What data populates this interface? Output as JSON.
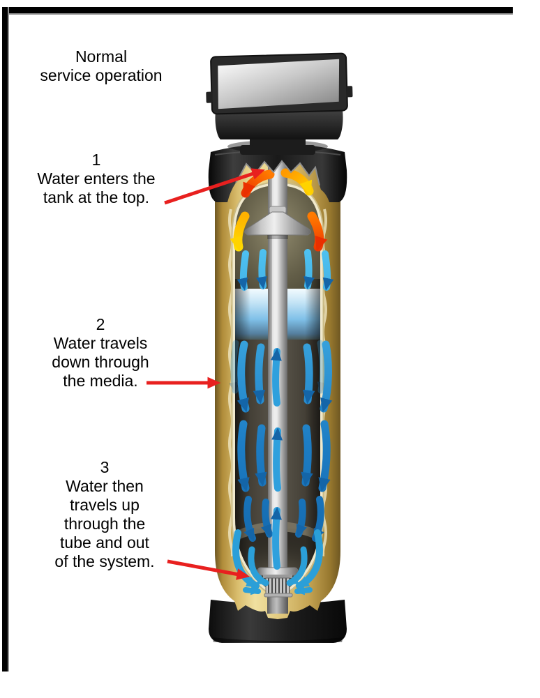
{
  "figure_title": {
    "lines": [
      "Normal",
      "service operation"
    ]
  },
  "steps": [
    {
      "number": "1",
      "lines": [
        "Water enters the",
        "tank at the top."
      ]
    },
    {
      "number": "2",
      "lines": [
        "Water travels",
        "down through",
        "the media."
      ]
    },
    {
      "number": "3",
      "lines": [
        "Water then",
        "travels up",
        "through the",
        "tube and out",
        "of the system."
      ]
    }
  ],
  "colors": {
    "annotation_arrow": "#e8201f",
    "frame": "#000000",
    "tank_wall_tan": "#d9bd6d",
    "cut_edge_cream": "#f0e9cd",
    "water_blue": "#8ec8ec",
    "media_gray": "#46423a",
    "flow_arrow_blue": "#2b9fd8",
    "flow_arrow_hot_red": "#ea2f00",
    "flow_arrow_hot_yellow": "#ffd300",
    "valve_black": "#1e1e1e"
  }
}
